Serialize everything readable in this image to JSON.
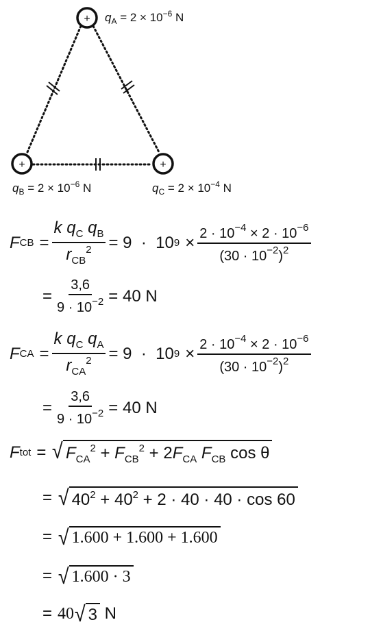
{
  "diagram": {
    "charges": [
      {
        "id": "A",
        "sign": "+",
        "label_var": "q",
        "label_sub": "A",
        "label_eq": " = 2 × 10",
        "label_exp": "−6",
        "label_unit": " N"
      },
      {
        "id": "B",
        "sign": "+",
        "label_var": "q",
        "label_sub": "B",
        "label_eq": " = 2 × 10",
        "label_exp": "−6",
        "label_unit": " N"
      },
      {
        "id": "C",
        "sign": "+",
        "label_var": "q",
        "label_sub": "C",
        "label_eq": " = 2 × 10",
        "label_exp": "−4",
        "label_unit": " N"
      }
    ]
  },
  "equations": {
    "fcb": {
      "lhs": "F",
      "lhs_sub": "CB",
      "eq": "=",
      "num_k": "k",
      "num_q1": "q",
      "num_q1_sub": "C",
      "num_q2": "q",
      "num_q2_sub": "B",
      "den_r": "r",
      "den_r_sub": "CB",
      "den_r_sup": "2",
      "const": "= 9  ·  10",
      "const_exp": "9",
      "times": "×",
      "rnum": "2 · 10",
      "rnum_e1": "−4",
      "rnum_mid": " × 2 · 10",
      "rnum_e2": "−6",
      "rden": "(30 · 10",
      "rden_e": "−2",
      "rden_close": ")",
      "rden_sq": "2"
    },
    "fcb_result": {
      "eq": "=",
      "num": "3,6",
      "den": "9 · 10",
      "den_exp": "−2",
      "result": "= 40 N"
    },
    "fca": {
      "lhs": "F",
      "lhs_sub": "CA",
      "eq": "=",
      "num_k": "k",
      "num_q1": "q",
      "num_q1_sub": "C",
      "num_q2": "q",
      "num_q2_sub": "A",
      "den_r": "r",
      "den_r_sub": "CA",
      "den_r_sup": "2",
      "const": "= 9  ·  10",
      "const_exp": "9",
      "times": "×",
      "rnum": "2 · 10",
      "rnum_e1": "−4",
      "rnum_mid": " × 2 · 10",
      "rnum_e2": "−6",
      "rden": "(30 · 10",
      "rden_e": "−2",
      "rden_close": ")",
      "rden_sq": "2"
    },
    "fca_result": {
      "eq": "=",
      "num": "3,6",
      "den": "9 · 10",
      "den_exp": "−2",
      "result": "= 40 N"
    },
    "ftot": {
      "lhs": "F",
      "lhs_sub": "tot",
      "eq": "=",
      "t1": "F",
      "t1_sub": "CA",
      "t1_sup": "2",
      "plus1": " + ",
      "t2": "F",
      "t2_sub": "CB",
      "t2_sup": "2",
      "plus2": " + 2",
      "t3": "F",
      "t3_sub": "CA",
      "t4": "F",
      "t4_sub": "CB",
      "cos": " cos θ"
    },
    "step2": {
      "eq": "=",
      "a": "40",
      "a_sup": "2",
      "p1": " + 40",
      "b_sup": "2",
      "rest": " + 2 · 40 · 40 · cos 60"
    },
    "step3": {
      "eq": "=",
      "expr": "1.600 + 1.600 + 1.600"
    },
    "step4": {
      "eq": "=",
      "expr": "1.600 · 3"
    },
    "step5": {
      "eq": "=",
      "coef": "40",
      "rad": "3",
      "unit": " N"
    }
  }
}
